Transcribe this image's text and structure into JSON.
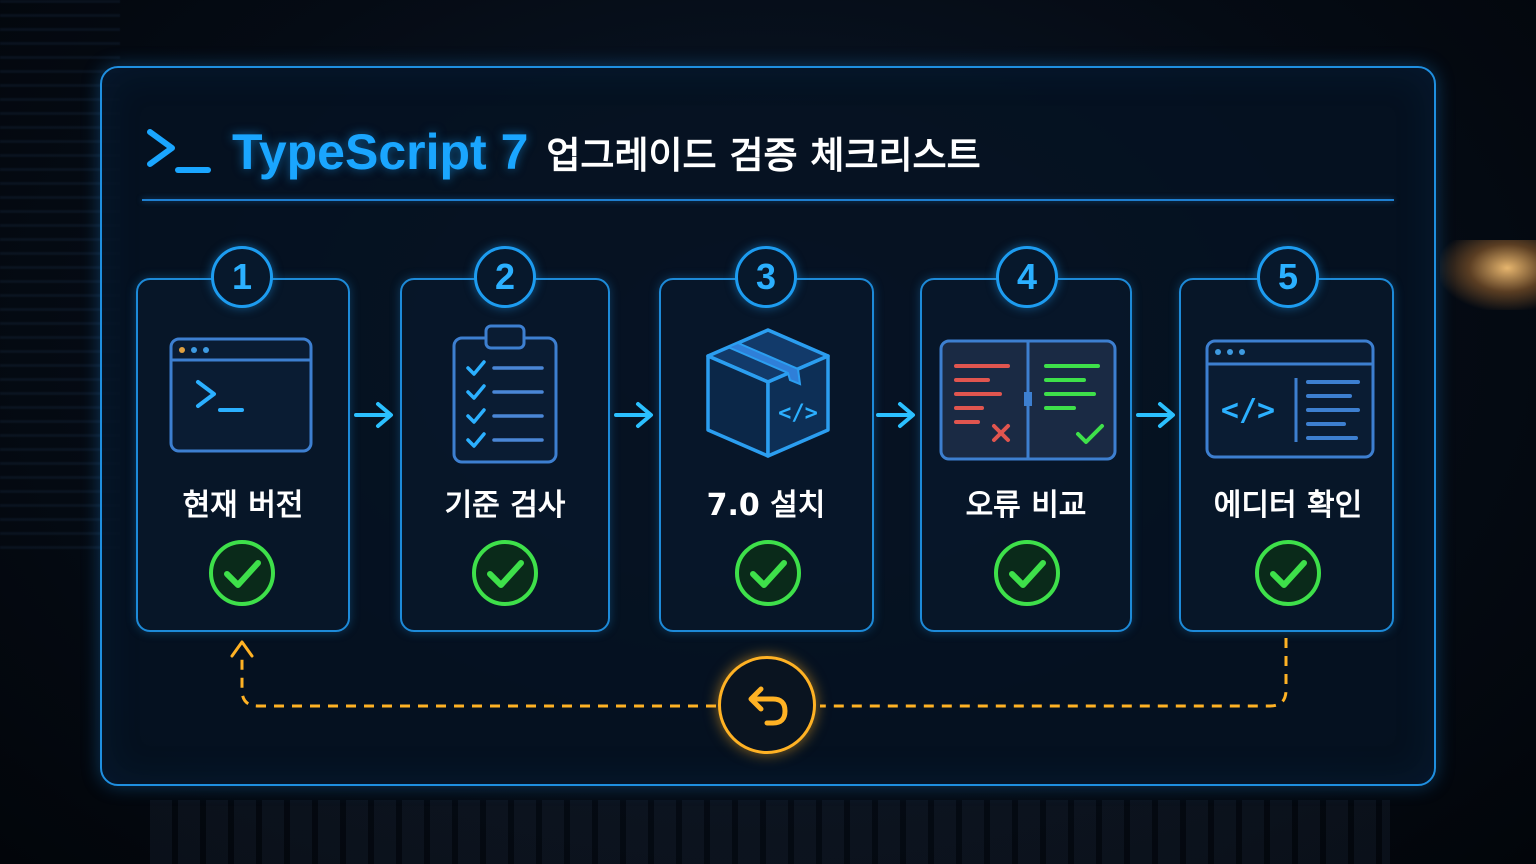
{
  "header": {
    "title_main": "TypeScript 7",
    "title_sub": "업그레이드 검증 체크리스트"
  },
  "steps": [
    {
      "number": "1",
      "label": "현재 버전",
      "icon": "terminal-window-icon",
      "status": "check"
    },
    {
      "number": "2",
      "label": "기준 검사",
      "icon": "clipboard-checklist-icon",
      "status": "check"
    },
    {
      "number": "3",
      "label": "7.0 설치",
      "icon": "package-box-icon",
      "status": "check"
    },
    {
      "number": "4",
      "label": "오류 비교",
      "icon": "diff-compare-icon",
      "status": "check"
    },
    {
      "number": "5",
      "label": "에디터 확인",
      "icon": "code-editor-icon",
      "status": "check"
    }
  ],
  "loop_back": {
    "icon": "undo-icon"
  },
  "colors": {
    "accent_blue": "#1aa6ff",
    "check_green": "#3ee04a",
    "loop_orange": "#ffb224",
    "error_red": "#e0554f"
  }
}
